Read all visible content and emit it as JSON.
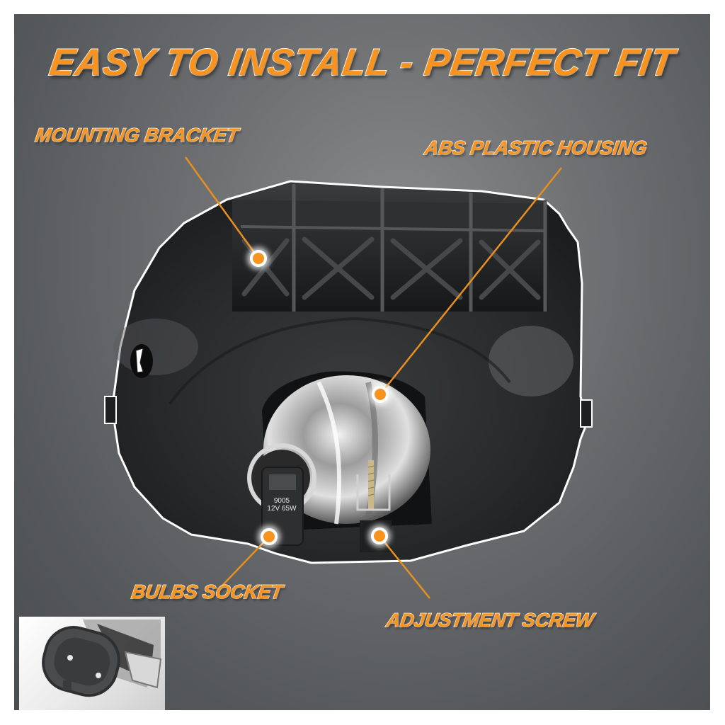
{
  "title": "EASY TO INSTALL - PERFECT FIT",
  "callouts": [
    {
      "id": "mounting-bracket",
      "label": "MOUNTING BRACKET"
    },
    {
      "id": "abs-plastic-housing",
      "label": "ABS PLASTIC HOUSING"
    },
    {
      "id": "bulbs-socket",
      "label": "BULBS SOCKET"
    },
    {
      "id": "adjustment-screw",
      "label": "ADJUSTMENT SCREW"
    }
  ],
  "product": {
    "bulb_model": "9005",
    "bulb_rating": "12V 65W"
  },
  "colors": {
    "accent": "#f7931e",
    "outline": "#ffffff",
    "background": "#6f7173",
    "housing": "#2b2c2e"
  }
}
